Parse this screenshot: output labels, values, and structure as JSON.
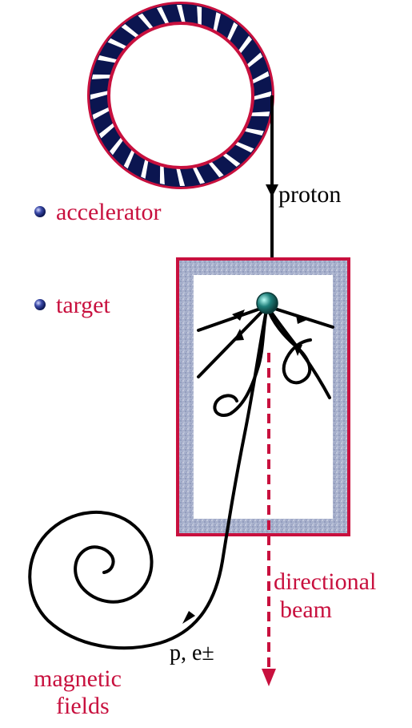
{
  "labels": {
    "proton": "proton",
    "accelerator": "accelerator",
    "target": "target",
    "directional": "directional",
    "beam": "beam",
    "particles": "p, e±",
    "magnetic": "magnetic",
    "fields": "fields"
  },
  "legend": [
    {
      "key": "accelerator",
      "icon": "navy-sphere-icon"
    },
    {
      "key": "target",
      "icon": "navy-sphere-icon"
    }
  ],
  "colors": {
    "accent_red": "#c8103e",
    "navy": "#0b1550",
    "target_teal": "#1f7f7a",
    "shield_blue_gray": "#a7b0cc",
    "line_black": "#000000"
  }
}
